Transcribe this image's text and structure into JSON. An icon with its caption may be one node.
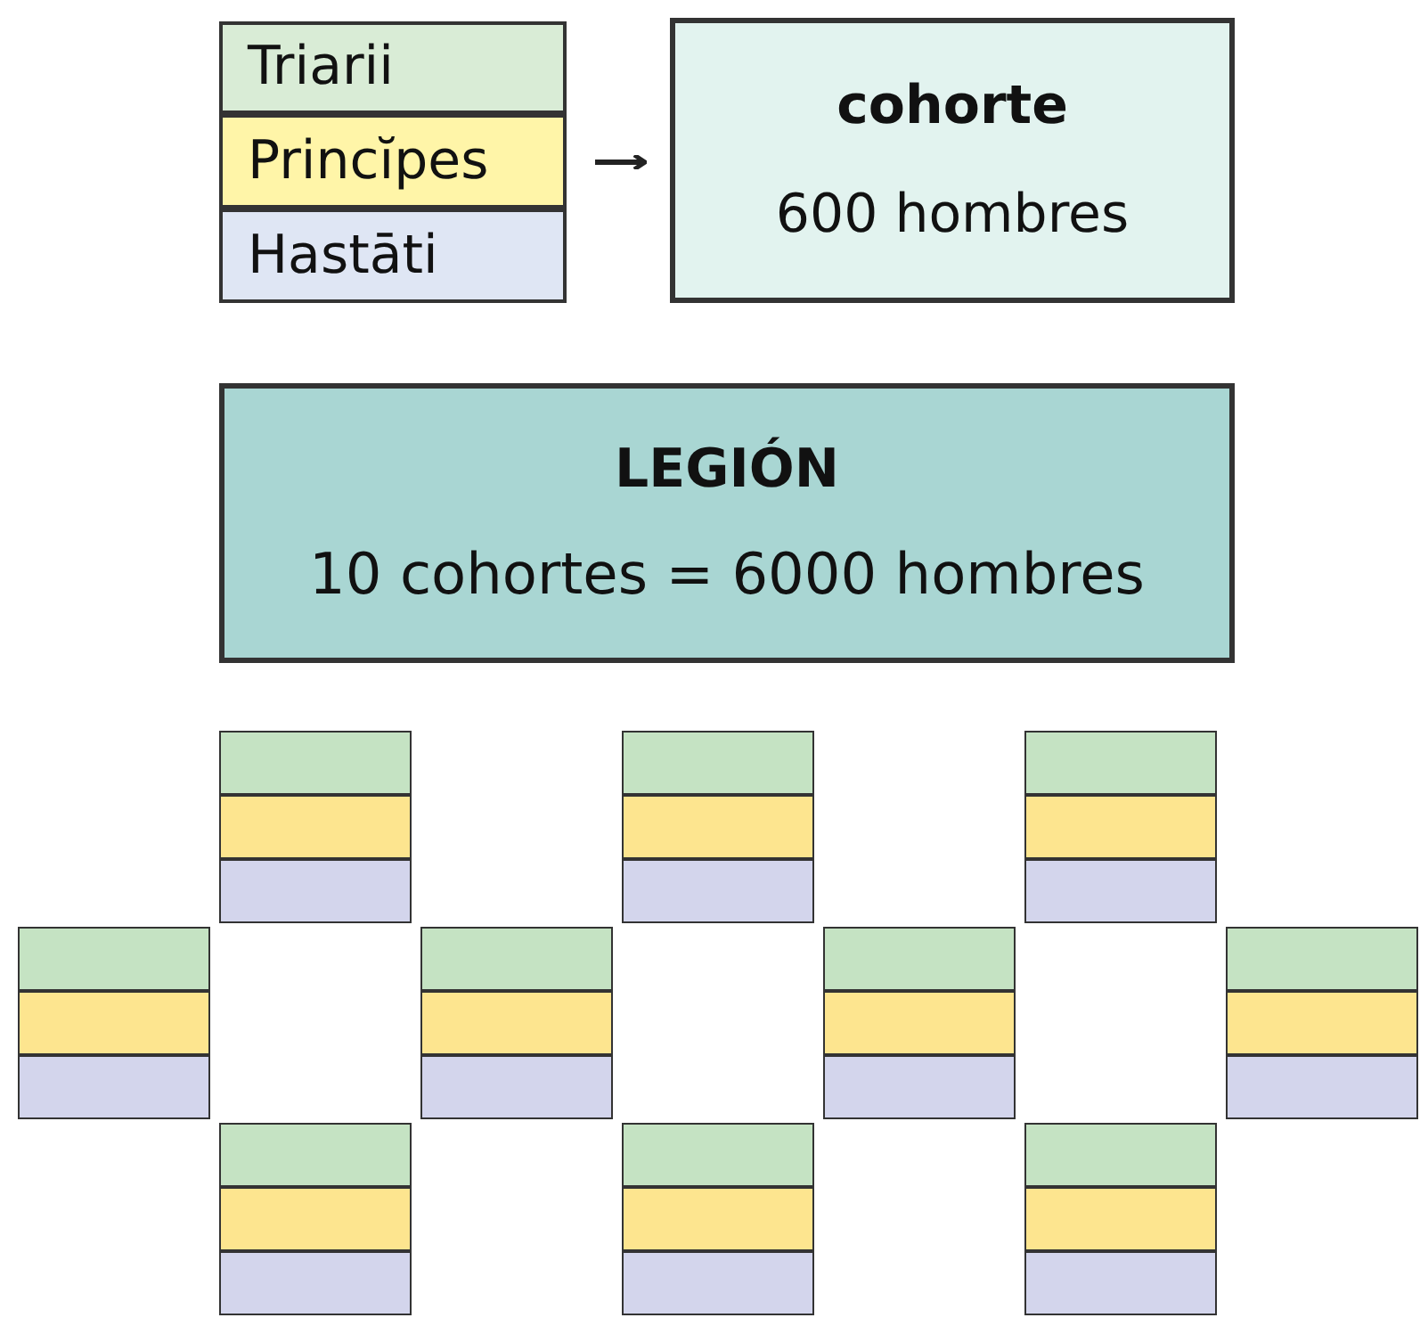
{
  "diagram": {
    "nodes": [
      {
        "text": [],
        "shape": "box"
      },
      {
        "text": [
          "Triarii"
        ],
        "in": 0
      },
      {
        "text": [
          "Princĭpes"
        ],
        "in": 0
      },
      {
        "text": [
          "Hastāti"
        ],
        "in": 0
      },
      {
        "text": [
          "cohorte",
          "600 hombres"
        ]
      },
      {
        "text": [
          "LEGIÓN",
          "10 cohortes = 6000 hombres"
        ]
      },
      {
        "text": [],
        "shape": "box"
      },
      {
        "text": [],
        "shape": "box"
      },
      {
        "text": [],
        "shape": "box"
      },
      {
        "text": [],
        "shape": "box"
      },
      {
        "text": [],
        "shape": "box"
      },
      {
        "text": [],
        "shape": "box"
      },
      {
        "text": [],
        "shape": "box"
      },
      {
        "text": [],
        "shape": "box"
      },
      {
        "text": [],
        "shape": "box"
      },
      {
        "text": [],
        "shape": "box"
      }
    ],
    "edges": [
      {
        "from": 0,
        "to": 4,
        "arrow": "to"
      }
    ]
  }
}
